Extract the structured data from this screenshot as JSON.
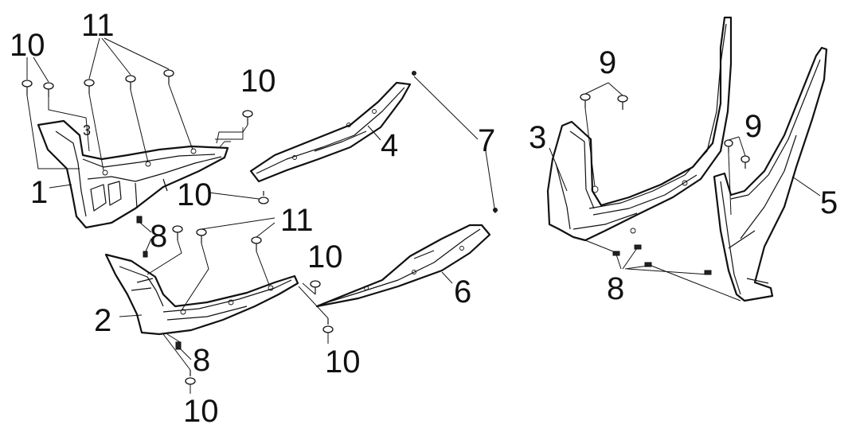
{
  "callouts": {
    "c10_a": "10",
    "c11_a": "11",
    "c10_b": "10",
    "c3_small": "3",
    "c1": "1",
    "c10_c": "10",
    "c8_a": "8",
    "c11_b": "11",
    "c4": "4",
    "c7": "7",
    "c10_d": "10",
    "c2": "2",
    "c6": "6",
    "c8_b": "8",
    "c10_e": "10",
    "c10_f": "10",
    "c9_a": "9",
    "c3": "3",
    "c9_b": "9",
    "c5": "5",
    "c8_c": "8"
  }
}
